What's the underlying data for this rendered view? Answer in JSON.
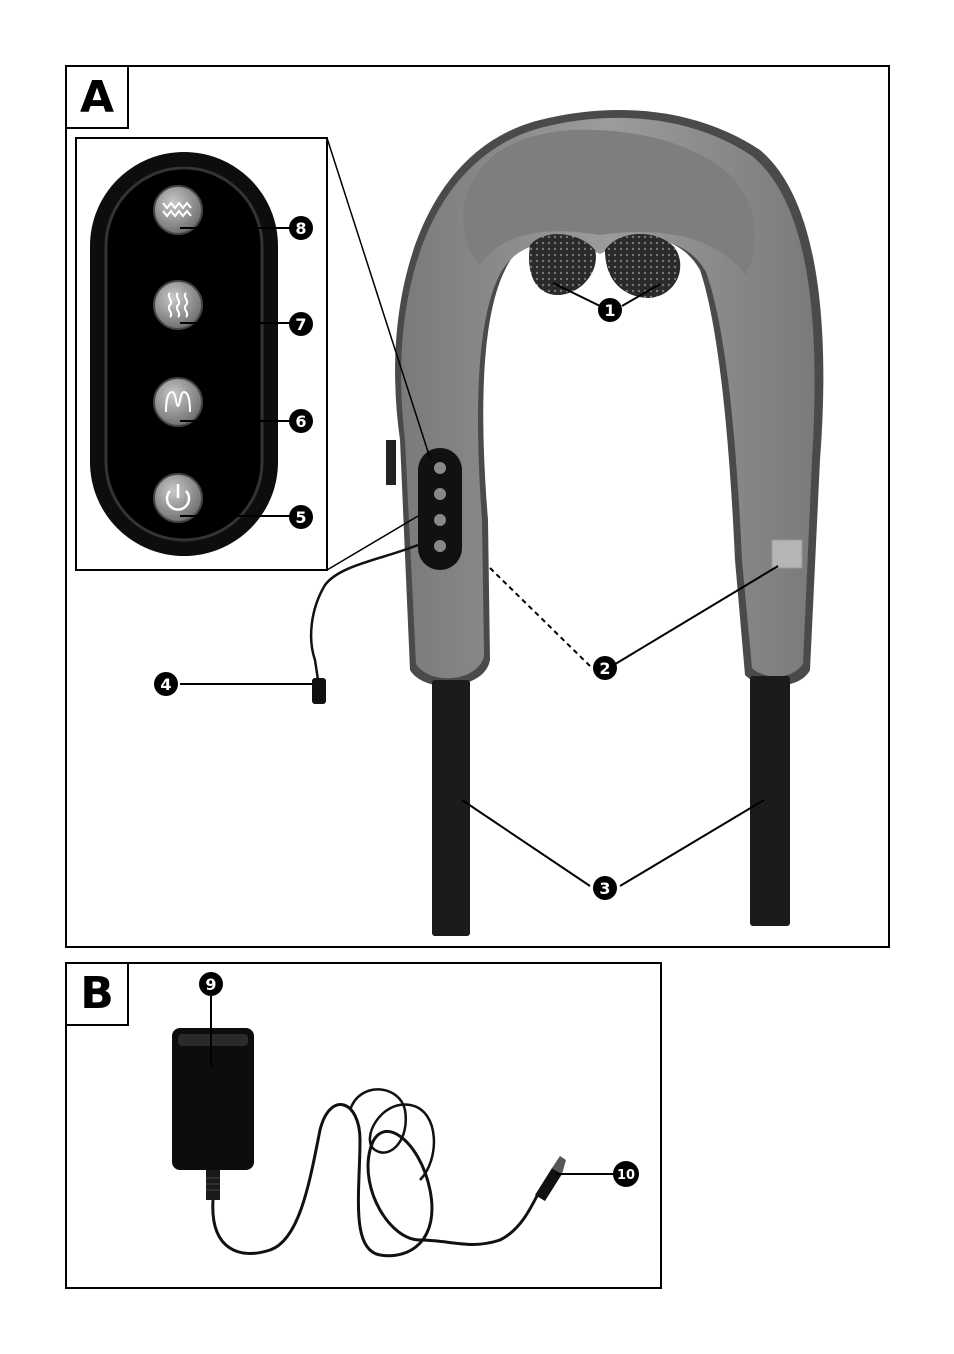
{
  "panels": {
    "a": {
      "letter": "A"
    },
    "b": {
      "letter": "B"
    }
  },
  "callouts": {
    "c1": "1",
    "c2": "2",
    "c3": "3",
    "c4": "4",
    "c5": "5",
    "c6": "6",
    "c7": "7",
    "c8": "8",
    "c9": "9",
    "c10": "10"
  },
  "controller_buttons": [
    {
      "icon": "wave-icon"
    },
    {
      "icon": "heat-icon"
    },
    {
      "icon": "massage-direction-icon"
    },
    {
      "icon": "power-icon"
    }
  ],
  "colors": {
    "device_fabric": "#8f8f8f",
    "device_fabric_dark": "#6e6e6e",
    "straps": "#1b1b1b",
    "controller": "#0d0d0d",
    "button_face": "#9a9a9a",
    "callout_fill": "#000000"
  }
}
